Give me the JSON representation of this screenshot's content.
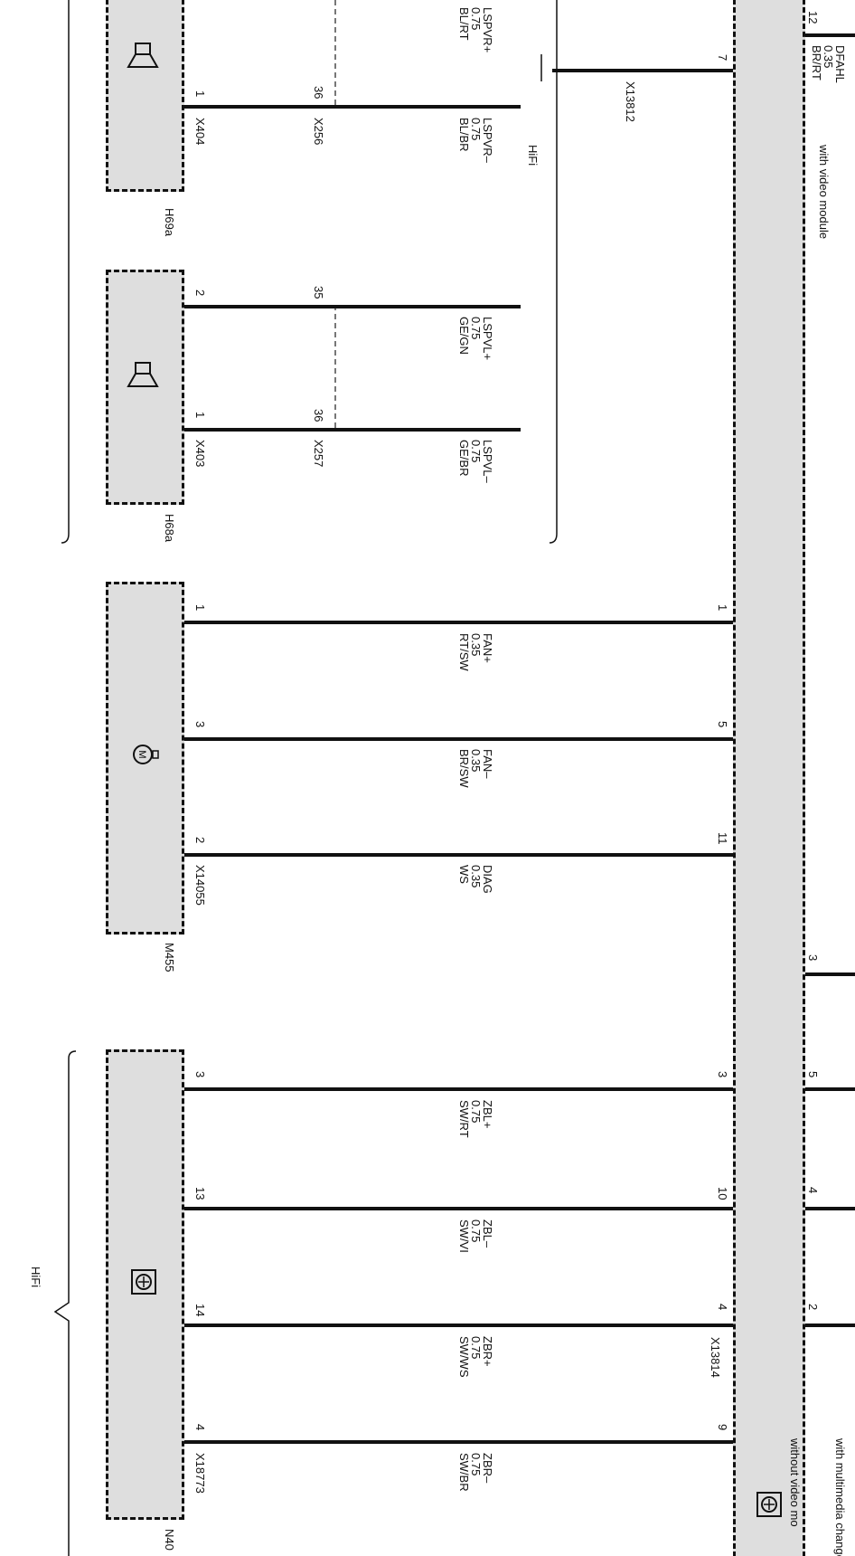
{
  "components": {
    "h69a": {
      "ref": "H69a",
      "connector": "X404"
    },
    "h68a": {
      "ref": "H68a",
      "connector": "X403"
    },
    "m455": {
      "ref": "M455",
      "connector": "X14055"
    },
    "n40": {
      "ref": "N40",
      "connector": "X18773"
    }
  },
  "connectors": {
    "x256": "X256",
    "x257": "X257",
    "x13812": "X13812",
    "x13814": "X13814"
  },
  "wires": {
    "lspvr_plus": {
      "signal": "LSPVR+",
      "size": "0.75",
      "color": "BL/RT",
      "comp_pin": "",
      "inline_pin": ""
    },
    "lspvr_minus": {
      "signal": "LSPVR–",
      "size": "0.75",
      "color": "BL/BR",
      "comp_pin": "1",
      "inline_pin": "36"
    },
    "lspvl_plus": {
      "signal": "LSPVL+",
      "size": "0.75",
      "color": "GE/GN",
      "comp_pin": "2",
      "inline_pin": "35"
    },
    "lspvl_minus": {
      "signal": "LSPVL–",
      "size": "0.75",
      "color": "GE/BR",
      "comp_pin": "1",
      "inline_pin": "36"
    },
    "fan_plus": {
      "signal": "FAN+",
      "size": "0.35",
      "color": "RT/SW",
      "comp_pin": "1",
      "amp_pin": "1"
    },
    "fan_minus": {
      "signal": "FAN–",
      "size": "0.35",
      "color": "BR/SW",
      "comp_pin": "3",
      "amp_pin": "5"
    },
    "diag": {
      "signal": "DIAG",
      "size": "0.35",
      "color": "WS",
      "comp_pin": "2",
      "amp_pin": "11"
    },
    "zbl_plus": {
      "signal": "ZBL+",
      "size": "0.75",
      "color": "SW/RT",
      "comp_pin": "3",
      "amp_pin": "3"
    },
    "zbl_minus": {
      "signal": "ZBL–",
      "size": "0.75",
      "color": "SW/VI",
      "comp_pin": "13",
      "amp_pin": "10"
    },
    "zbr_plus": {
      "signal": "ZBR+",
      "size": "0.75",
      "color": "SW/WS",
      "comp_pin": "14",
      "amp_pin": "4"
    },
    "zbr_minus": {
      "signal": "ZBR–",
      "size": "0.75",
      "color": "SW/BR",
      "comp_pin": "4",
      "amp_pin": "9"
    }
  },
  "x13812_pin": "7",
  "top_right": {
    "pin": "12",
    "signal": "DFAHL",
    "size": "0.35",
    "color": "BR/RT",
    "note": "with video module"
  },
  "x13814_pins": [
    "3",
    "5",
    "4",
    "2"
  ],
  "option_labels": {
    "hifi_upper": "HiFi",
    "hifi_lower": "HiFi",
    "multimedia": "with multimedia changer",
    "without_video": "without video mo"
  },
  "icons": [
    "speaker-icon",
    "speaker-icon",
    "fan-motor-icon",
    "amplifier-icon",
    "amplifier-icon"
  ]
}
